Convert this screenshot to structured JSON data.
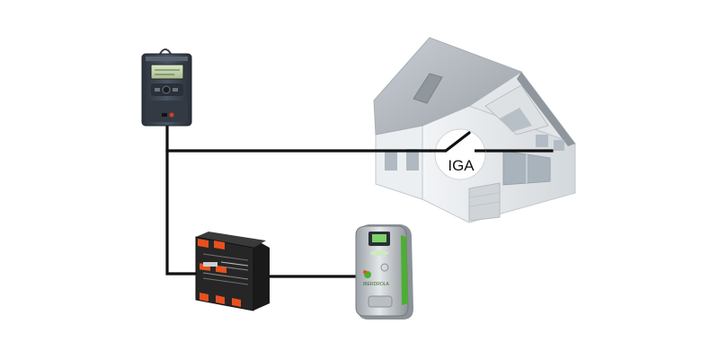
{
  "diagram": {
    "switch_label": "IGA",
    "charging_station_brand": "IBERDROLA",
    "colors": {
      "wire": "#111111",
      "house_wall": "#e6e9ec",
      "house_roof": "#b6bcc2",
      "meter_body": "#3b4350",
      "relay_body": "#2a2a2a",
      "relay_terminal": "#e8501e",
      "charger_accent": "#4caf32",
      "switch_circle": "#ffffff"
    },
    "nodes": [
      {
        "id": "energy-meter",
        "icon": "energy-meter-icon"
      },
      {
        "id": "house",
        "icon": "house-icon"
      },
      {
        "id": "iga-switch",
        "icon": "circuit-breaker-icon"
      },
      {
        "id": "din-relay-module",
        "icon": "din-rail-module-icon"
      },
      {
        "id": "ev-charging-station",
        "icon": "ev-charger-icon"
      }
    ]
  }
}
